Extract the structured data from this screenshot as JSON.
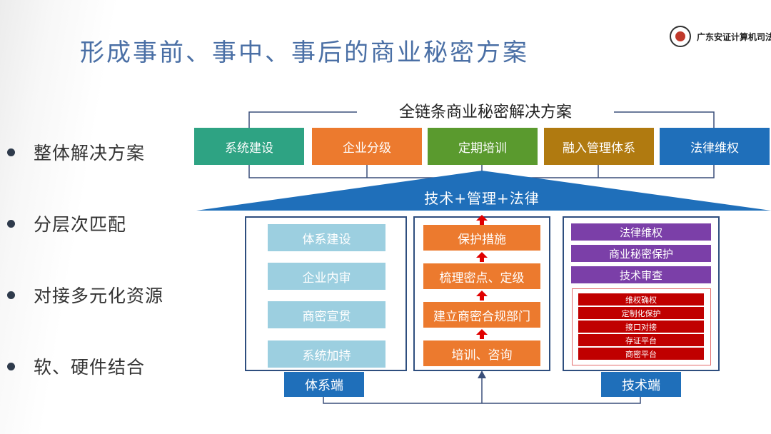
{
  "slide": {
    "title": "形成事前、事中、事后的商业秘密方案",
    "logo_text": "广东安证计算机司法"
  },
  "bullets": [
    "整体解决方案",
    "分层次匹配",
    "对接多元化资源",
    "软、硬件结合"
  ],
  "diagram": {
    "title": "全链条商业秘密解决方案",
    "categories": [
      {
        "label": "系统建设",
        "color": "#2ea383"
      },
      {
        "label": "企业分级",
        "color": "#ec7a2e"
      },
      {
        "label": "定期培训",
        "color": "#5a9a2e"
      },
      {
        "label": "融入管理体系",
        "color": "#b07a10"
      },
      {
        "label": "法律维权",
        "color": "#1f6fba"
      }
    ],
    "band_label": "技术+管理+法律",
    "left_panel": {
      "items": [
        "体系建设",
        "企业内审",
        "商密宣贯",
        "系统加持"
      ],
      "label": "体系端"
    },
    "middle_panel": {
      "items": [
        "保护措施",
        "梳理密点、定级",
        "建立商密合规部门",
        "培训、咨询"
      ]
    },
    "right_panel": {
      "items": [
        "法律维权",
        "商业秘密保护",
        "技术审查"
      ],
      "sub_items": [
        "维权确权",
        "定制化保护",
        "接口对接",
        "存证平台",
        "商密平台"
      ],
      "label": "技术端"
    }
  }
}
